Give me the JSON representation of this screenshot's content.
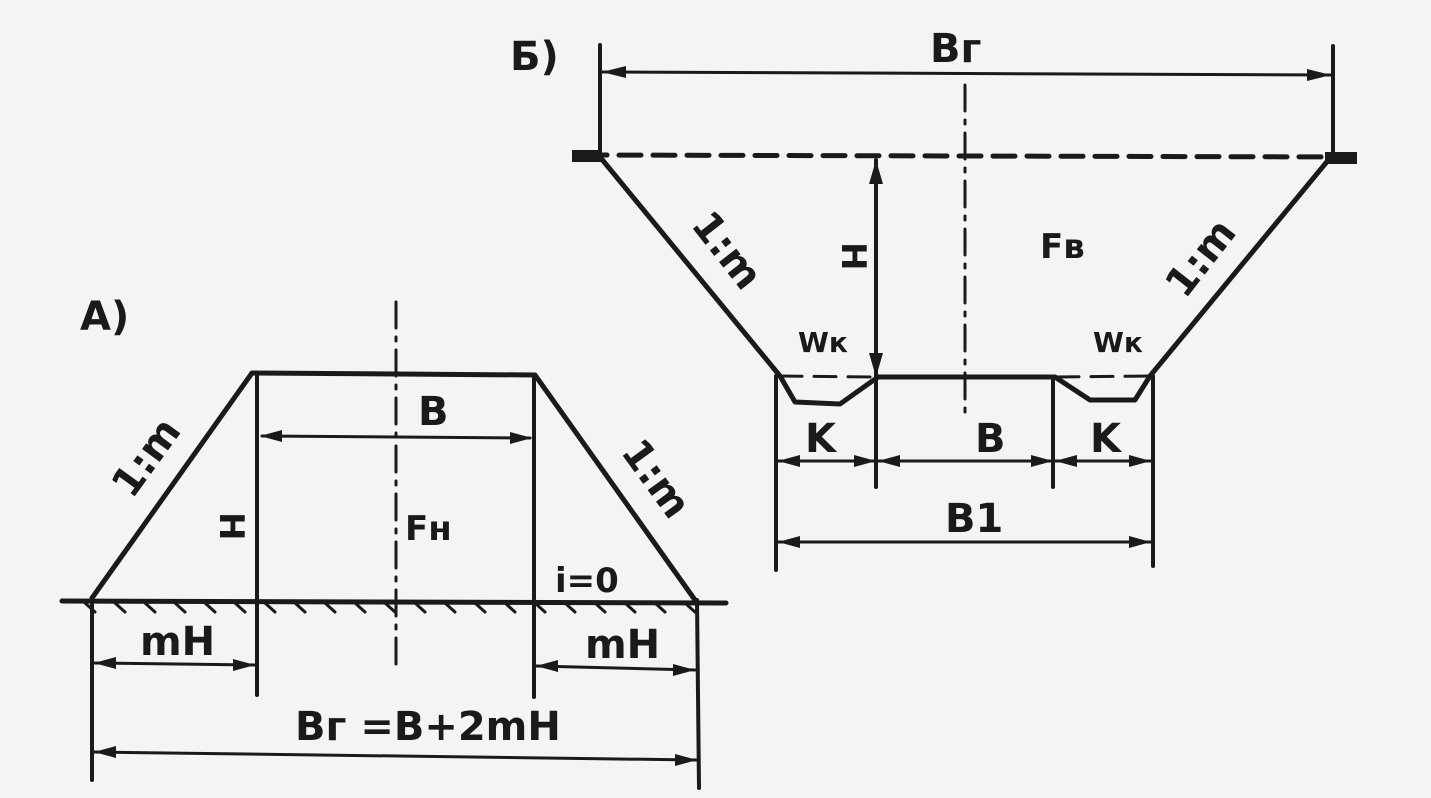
{
  "panel_a": {
    "label": "A)",
    "top_width": "B",
    "slope_left": "1:m",
    "slope_right": "1:m",
    "height": "H",
    "area": "Fн",
    "gradient": "i=0",
    "base_left": "mH",
    "base_right": "mH",
    "total_width": "Bг =B+2mH"
  },
  "panel_b": {
    "label": "Б)",
    "top_width": "Bг",
    "slope_left": "1:m",
    "slope_right": "1:m",
    "height": "H",
    "area": "Fв",
    "ditch_left": "Wк",
    "ditch_right": "Wк",
    "berm_left": "K",
    "bottom_width": "B",
    "berm_right": "K",
    "base_width": "B1"
  },
  "colors": {
    "ink": "#1a1a1a",
    "paper": "#f4f4f2"
  }
}
